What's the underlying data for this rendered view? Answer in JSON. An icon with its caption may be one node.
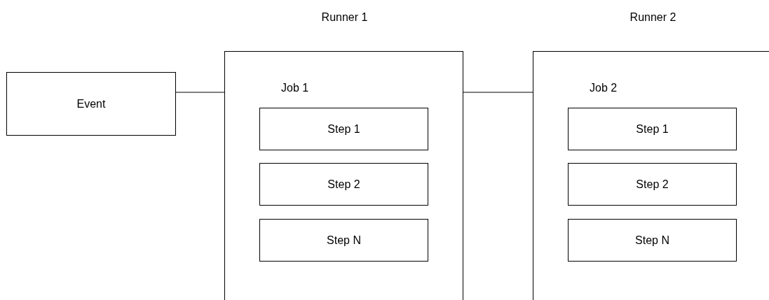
{
  "diagram": {
    "nodes": [
      {
        "text": [
          "Event"
        ]
      },
      {
        "text": [
          "Runner 1",
          "Job 1"
        ]
      },
      {
        "text": [
          "Step 1"
        ],
        "in": 1
      },
      {
        "text": [
          "Step 2"
        ],
        "in": 1
      },
      {
        "text": [
          "Step N"
        ],
        "in": 1
      },
      {
        "text": [
          "Runner 2",
          "Job 2"
        ]
      },
      {
        "text": [
          "Step 1"
        ],
        "in": 5
      },
      {
        "text": [
          "Step 2"
        ],
        "in": 5
      },
      {
        "text": [
          "Step N"
        ],
        "in": 5
      }
    ],
    "edges": [
      {
        "from": 0,
        "to": 1,
        "arrow": "none"
      },
      {
        "from": 1,
        "to": 5,
        "arrow": "none"
      }
    ]
  }
}
